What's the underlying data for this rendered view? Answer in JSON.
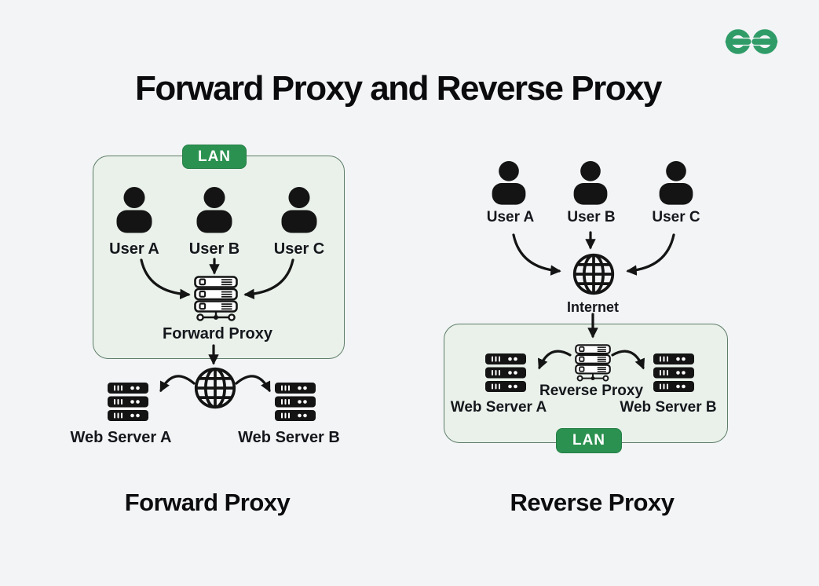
{
  "colors": {
    "background": "#f2f4f6",
    "panel_fill": "#e9f1ea",
    "panel_border": "#5f7d68",
    "badge_green": "#2b9150",
    "logo_green": "#2f9c68",
    "ink": "#141414"
  },
  "header": {
    "title": "Forward Proxy and Reverse Proxy",
    "logo": "geeksforgeeks-logo"
  },
  "forward": {
    "lan_badge": "LAN",
    "users": [
      "User A",
      "User B",
      "User C"
    ],
    "proxy_label": "Forward Proxy",
    "servers": [
      "Web Server A",
      "Web Server B"
    ],
    "caption": "Forward Proxy"
  },
  "reverse": {
    "lan_badge": "LAN",
    "users": [
      "User A",
      "User B",
      "User C"
    ],
    "internet_label": "Internet",
    "proxy_label": "Reverse Proxy",
    "servers": [
      "Web Server A",
      "Web Server B"
    ],
    "caption": "Reverse Proxy"
  }
}
